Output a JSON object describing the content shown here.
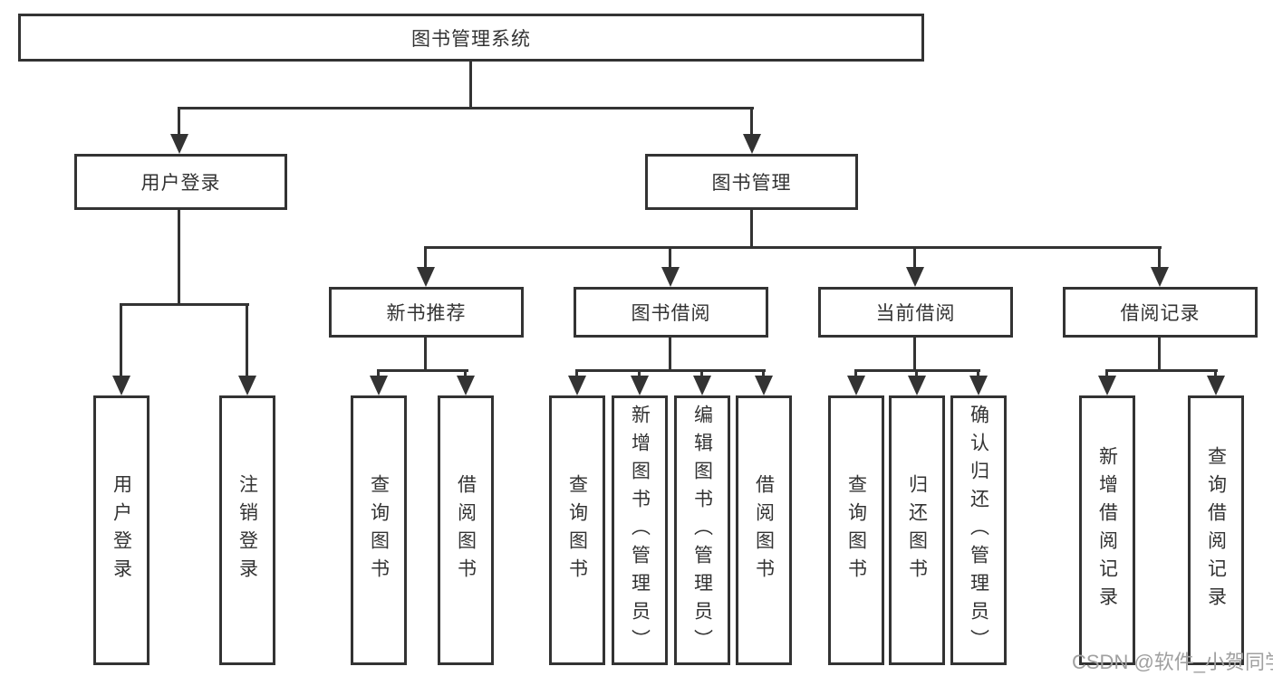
{
  "tree": {
    "root": {
      "label": "图书管理系统"
    },
    "level2": [
      {
        "label": "用户登录"
      },
      {
        "label": "图书管理"
      }
    ],
    "level3": [
      {
        "label": "新书推荐"
      },
      {
        "label": "图书借阅"
      },
      {
        "label": "当前借阅"
      },
      {
        "label": "借阅记录"
      }
    ],
    "leaves": {
      "user_login": [
        "用户登录",
        "注销登录"
      ],
      "new_book": [
        "查询图书",
        "借阅图书"
      ],
      "book_borrow": [
        "查询图书",
        "新增图书（管理员）",
        "编辑图书（管理员）",
        "借阅图书"
      ],
      "current_borrow": [
        "查询图书",
        "归还图书",
        "确认归还（管理员）"
      ],
      "borrow_record": [
        "新增借阅记录",
        "查询借阅记录"
      ]
    }
  },
  "watermark": {
    "text": "CSDN @软件_小贺同学"
  },
  "colors": {
    "line": "#333333",
    "text": "#333333",
    "background": "#ffffff",
    "watermark": "#a0a0a0"
  }
}
